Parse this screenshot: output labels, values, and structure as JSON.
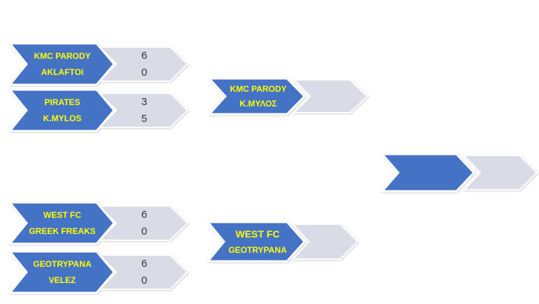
{
  "colors": {
    "winner_arrow": "#4472C4",
    "score_arrow": "#D9DBE7",
    "team_text": "#FFFF00",
    "score_text": "#333333",
    "canvas_background": "#FFFFFF"
  },
  "quarterfinals": [
    {
      "team1": "KMC PARODY",
      "team2": "AKLAFTOI",
      "score1": "6",
      "score2": "0"
    },
    {
      "team1": "PIRATES",
      "team2": "K.MYLOS",
      "score1": "3",
      "score2": "5"
    },
    {
      "team1": "WEST FC",
      "team2": "GREEK FREAKS",
      "score1": "6",
      "score2": "0"
    },
    {
      "team1": "GEOTRYPANA",
      "team2": "VELEZ",
      "score1": "6",
      "score2": "0"
    }
  ],
  "semifinals": [
    {
      "team1": "KMC PARODY",
      "team2": "Κ.ΜΥΛΟΣ",
      "score1": "",
      "score2": ""
    },
    {
      "team1": "WEST FC",
      "team2": "GEOTRYPANA",
      "score1": "",
      "score2": ""
    }
  ],
  "final": {
    "team1": "",
    "team2": "",
    "score1": "",
    "score2": ""
  }
}
